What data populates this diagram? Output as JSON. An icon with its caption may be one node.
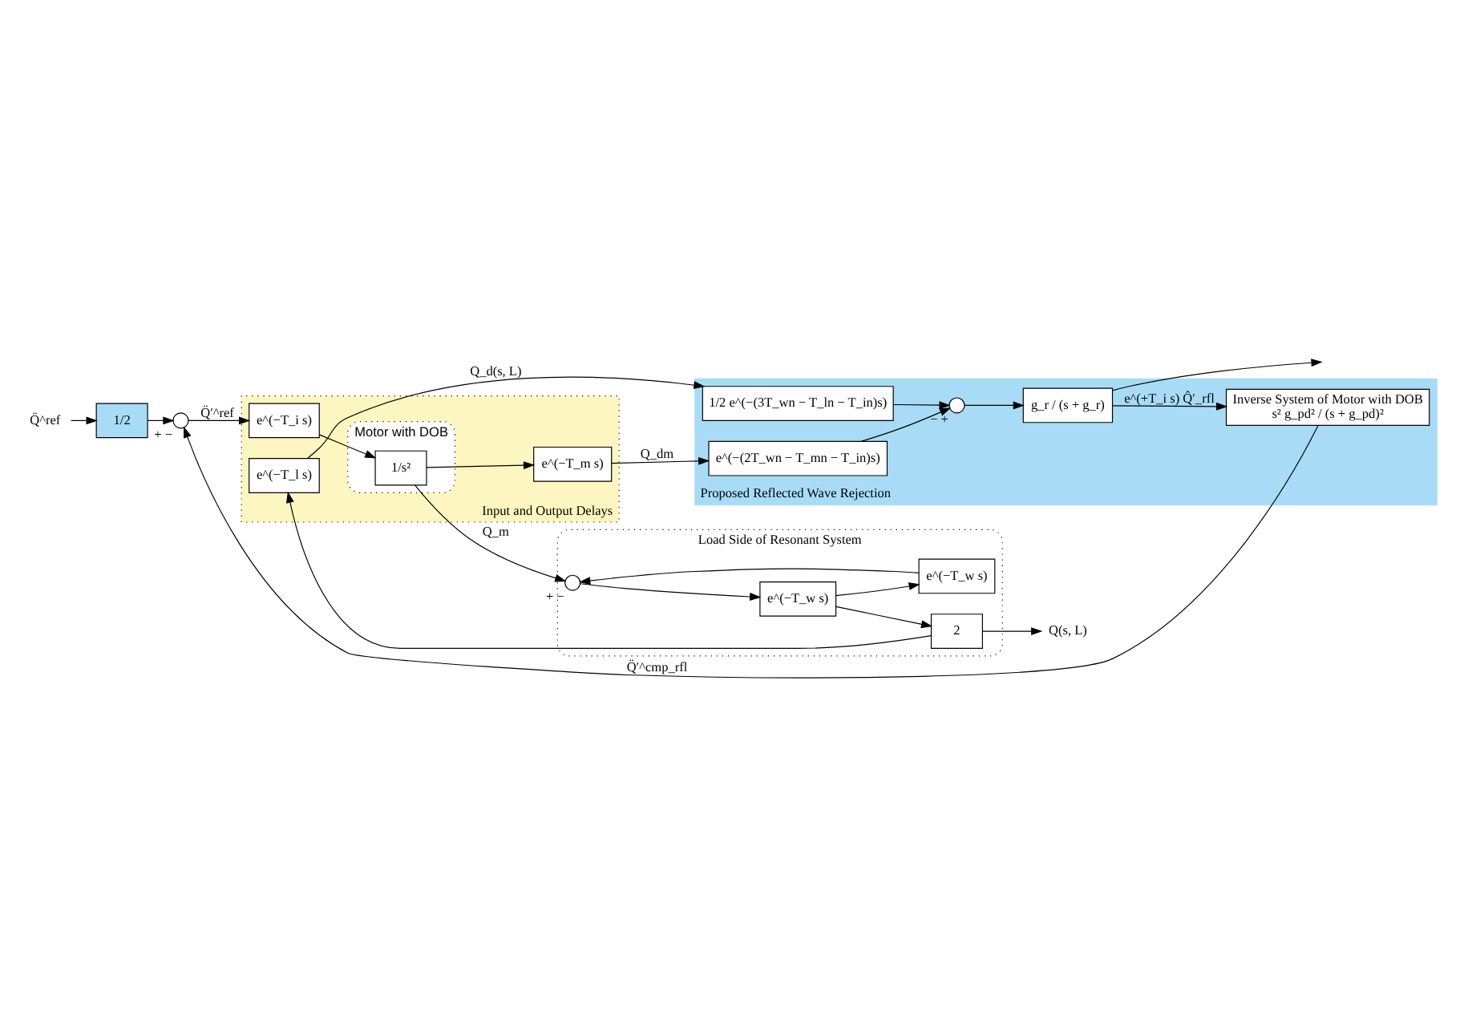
{
  "diagram": {
    "nodes": [
      {
        "text": [
          "Q̈^ref"
        ]
      },
      {
        "text": [
          "1/2"
        ]
      },
      {
        "text": [],
        "shape": "circle",
        "beside": [
          "+",
          "−"
        ]
      },
      {
        "text": [
          "Input and Output Delays"
        ]
      },
      {
        "text": [
          "e^(−T_i s)"
        ],
        "in": 3
      },
      {
        "text": [
          "Motor with DOB"
        ],
        "in": 3
      },
      {
        "text": [
          "1/s²"
        ],
        "in": 5
      },
      {
        "text": [
          "Load Side of Resonant System"
        ]
      },
      {
        "text": [],
        "shape": "circle",
        "beside": [
          "+",
          "−"
        ],
        "in": 7
      },
      {
        "text": [
          "e^(−T_w s)"
        ],
        "in": 7
      },
      {
        "text": [
          "e^(−T_w s)"
        ],
        "in": 7
      },
      {
        "text": [
          "2"
        ],
        "in": 7
      },
      {
        "text": [
          "Q(s, L)"
        ]
      },
      {
        "text": [
          "e^(−T_m s)"
        ],
        "in": 3
      },
      {
        "text": [
          "e^(−T_l s)"
        ],
        "in": 3
      },
      {
        "text": [
          "Proposed Reflected Wave Rejection"
        ]
      },
      {
        "text": [
          "e^(−(2T_wn − T_mn − T_in)s)"
        ],
        "in": 15
      },
      {
        "text": [
          "1/2 e^(−(3T_wn − T_ln − T_in)s)"
        ],
        "in": 15
      },
      {
        "text": [],
        "shape": "circle",
        "beside": [
          "−",
          "+"
        ],
        "in": 15
      },
      {
        "text": [
          "g_r / (s + g_r)"
        ],
        "in": 15
      },
      {
        "text": [
          "Inverse System of Motor with DOB",
          "s² g_pd² / (s + g_pd)²"
        ],
        "in": 15
      }
    ],
    "edges": [
      {
        "from": 0,
        "to": 1,
        "arrow": "to"
      },
      {
        "from": 1,
        "to": 2,
        "arrow": "to"
      },
      {
        "from": 2,
        "to": 4,
        "arrow": "to",
        "label": "Q̈′^ref"
      },
      {
        "from": 4,
        "to": 6,
        "arrow": "to"
      },
      {
        "from": 6,
        "to": 8,
        "arrow": "to",
        "label": "Q_m"
      },
      {
        "from": 6,
        "to": 13,
        "arrow": "to"
      },
      {
        "from": 8,
        "to": 9,
        "arrow": "to"
      },
      {
        "from": 9,
        "to": 11,
        "arrow": "to"
      },
      {
        "from": 9,
        "to": 10,
        "arrow": "to"
      },
      {
        "from": 10,
        "to": 8,
        "arrow": "to"
      },
      {
        "from": 11,
        "to": 12,
        "arrow": "to"
      },
      {
        "from": 11,
        "to": 14,
        "arrow": "to"
      },
      {
        "from": 13,
        "to": 16,
        "arrow": "to",
        "label": "Q_dm"
      },
      {
        "from": 14,
        "to": 17,
        "arrow": "to",
        "label": "Q_d(s, L)"
      },
      {
        "from": 16,
        "to": 18,
        "arrow": "to"
      },
      {
        "from": 17,
        "to": 18,
        "arrow": "to"
      },
      {
        "from": 18,
        "to": 19,
        "arrow": "to"
      },
      {
        "from": 19,
        "to": 20,
        "arrow": "to",
        "label": "e^(+T_i s) Q̂′_rfl"
      },
      {
        "from": 19,
        "to": null,
        "arrow": "to"
      },
      {
        "from": 20,
        "to": 2,
        "arrow": "to",
        "label": "Q̈′^cmp_rfl"
      }
    ]
  }
}
